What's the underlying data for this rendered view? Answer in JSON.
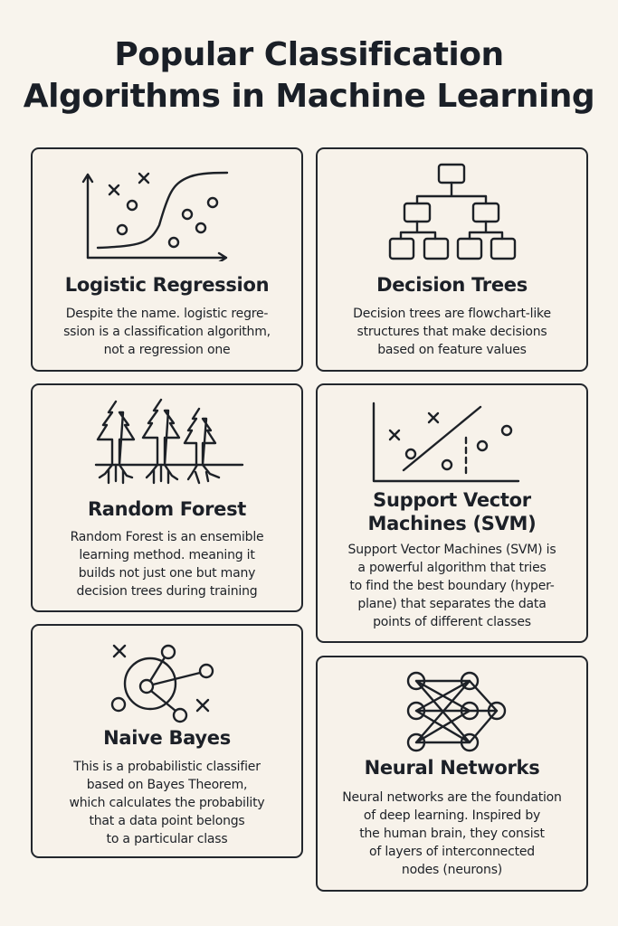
{
  "page": {
    "title_line1": "Popular Classification",
    "title_line2": "Algorithms in Machine Learning",
    "colors": {
      "background": "#f8f4ed",
      "card_border": "#23272d",
      "text": "#1b1f26"
    }
  },
  "cards": [
    {
      "title": "Logistic Regression",
      "icon": "sigmoid-scatter-plot-icon",
      "description": "Despite the name. logistic regre-\nssion is a classification algorithm,\nnot a regression one"
    },
    {
      "title": "Decision Trees",
      "icon": "tree-hierarchy-icon",
      "description": "Decision trees are flowchart-like\nstructures that make decisions\nbased on feature values"
    },
    {
      "title": "Random Forest",
      "icon": "forest-trees-icon",
      "description": "Random Forest is an ensemible\nlearning method. meaning it\nbuilds not just one but many\ndecision trees during training"
    },
    {
      "title_line1": "Support Vector",
      "title_line2": "Machines (SVM)",
      "icon": "svm-hyperplane-icon",
      "description": "Support Vector Machines (SVM) is\na powerful algorithm that tries\nto find the best boundary (hyper-\nplane) that separates the data\npoints of different classes"
    },
    {
      "title": "Naive Bayes",
      "icon": "probability-network-icon",
      "description": "This is a probabilistic classifier\nbased on Bayes  Theorem,\nwhich calculates the probability\nthat a data point belongs\nto a particular class"
    },
    {
      "title": "Neural Networks",
      "icon": "neural-network-icon",
      "description": "Neural networks are the foundation\nof deep learning. Inspired by\nthe human brain, they consist\nof layers of interconnected\nnodes (neurons)"
    }
  ]
}
